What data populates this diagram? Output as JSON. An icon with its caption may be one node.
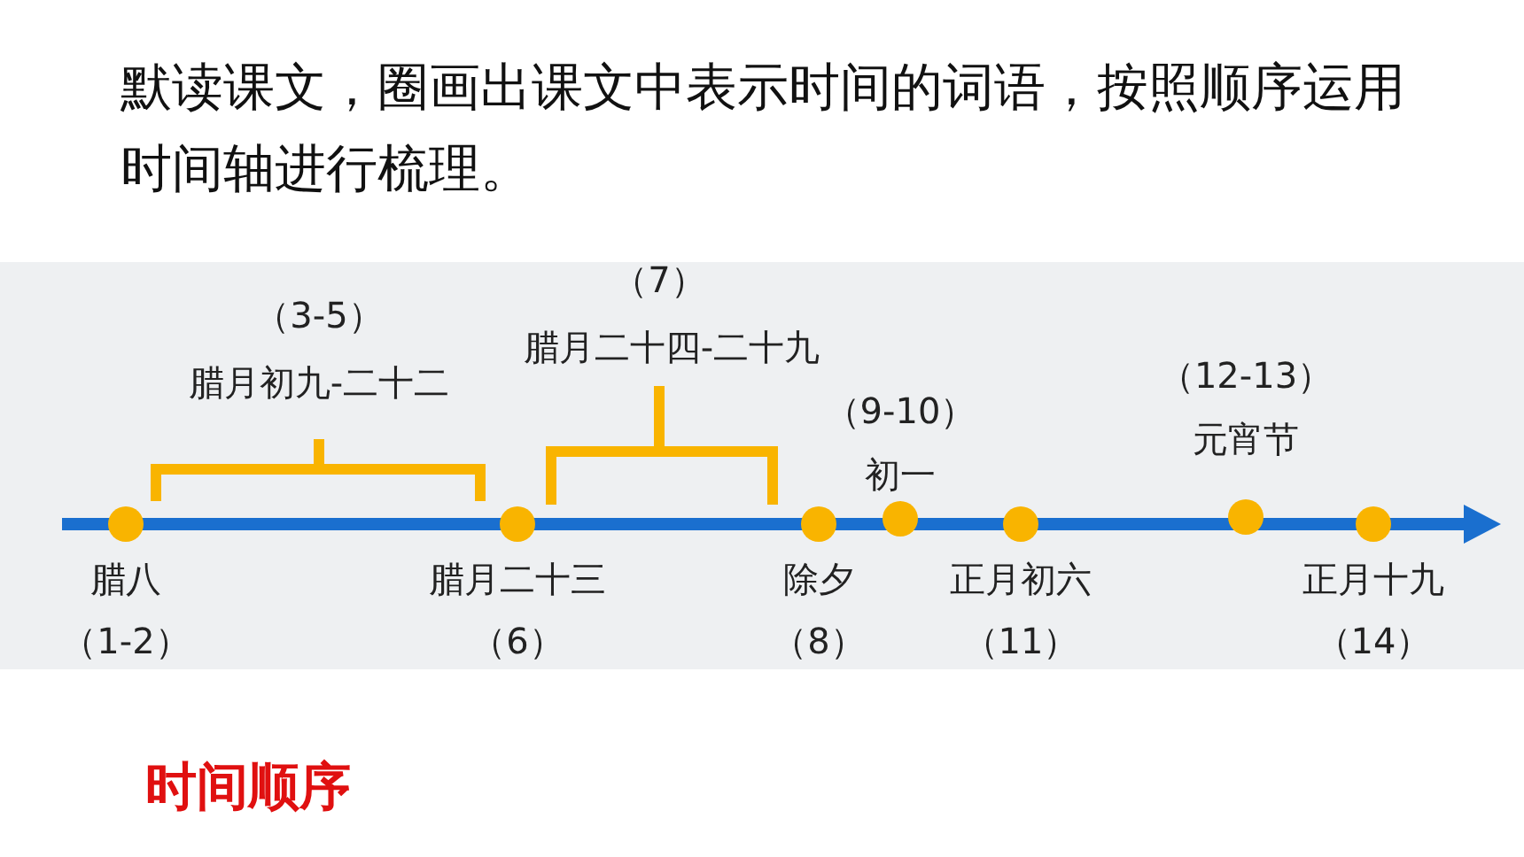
{
  "diagram": {
    "title": "默读课文，圈画出课文中表示时间的词语，按照顺序运用时间轴进行梳理。",
    "nodes": [
      {
        "text": [
          "腊八",
          "（1-2）"
        ]
      },
      {
        "text": [
          "腊月二十三",
          "（6）"
        ]
      },
      {
        "text": [
          "除夕",
          "（8）"
        ]
      },
      {
        "text": [
          "（9-10）",
          "初一"
        ]
      },
      {
        "text": [
          "正月初六",
          "（11）"
        ]
      },
      {
        "text": [
          "（12-13）",
          "元宵节"
        ]
      },
      {
        "text": [
          "正月十九",
          "（14）"
        ]
      }
    ],
    "labels": [
      "（3-5）",
      "腊月初九-二十二",
      "（7）",
      "腊月二十四-二十九",
      "时间顺序"
    ]
  }
}
